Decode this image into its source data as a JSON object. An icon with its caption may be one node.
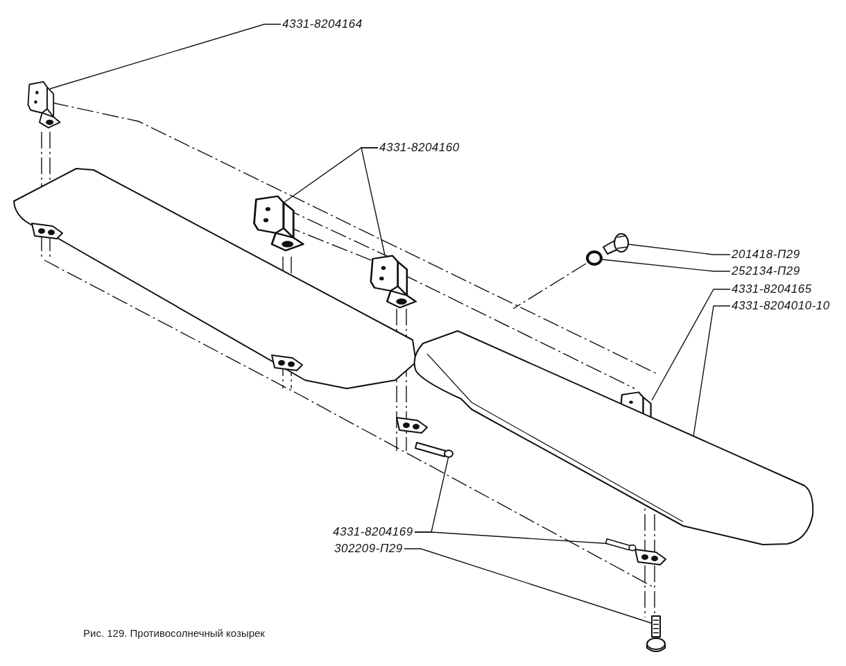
{
  "diagram": {
    "caption": "Рис. 129. Противосолнечный козырек",
    "nodes": [
      {
        "text": [
          "4331-8204164"
        ]
      },
      {
        "text": [],
        "shape": "picture"
      },
      {
        "text": [
          "4331-8204160"
        ]
      },
      {
        "text": [],
        "shape": "picture"
      },
      {
        "text": [],
        "shape": "picture"
      },
      {
        "text": [
          "201418-П29"
        ]
      },
      {
        "text": [],
        "shape": "picture"
      },
      {
        "text": [
          "252134-П29"
        ]
      },
      {
        "text": [],
        "shape": "circle"
      },
      {
        "text": [
          "4331-8204165"
        ]
      },
      {
        "text": [],
        "shape": "picture"
      },
      {
        "text": [
          "4331-8204010-10"
        ]
      },
      {
        "text": [],
        "shape": "picture"
      },
      {
        "text": [
          "4331-8204169"
        ]
      },
      {
        "text": [],
        "shape": "cylinder"
      },
      {
        "text": [],
        "shape": "cylinder"
      },
      {
        "text": [
          "302209-П29"
        ]
      },
      {
        "text": [],
        "shape": "picture"
      }
    ],
    "edges": [
      {
        "from": 0,
        "to": 1,
        "arrow": "none"
      },
      {
        "from": 2,
        "to": 3,
        "arrow": "none"
      },
      {
        "from": 2,
        "to": 4,
        "arrow": "none"
      },
      {
        "from": 5,
        "to": 6,
        "arrow": "none"
      },
      {
        "from": 7,
        "to": 8,
        "arrow": "none"
      },
      {
        "from": 9,
        "to": 10,
        "arrow": "none"
      },
      {
        "from": 11,
        "to": 12,
        "arrow": "none"
      },
      {
        "from": 13,
        "to": 14,
        "arrow": "none"
      },
      {
        "from": 13,
        "to": 15,
        "arrow": "none"
      },
      {
        "from": 16,
        "to": 17,
        "arrow": "none"
      }
    ]
  }
}
